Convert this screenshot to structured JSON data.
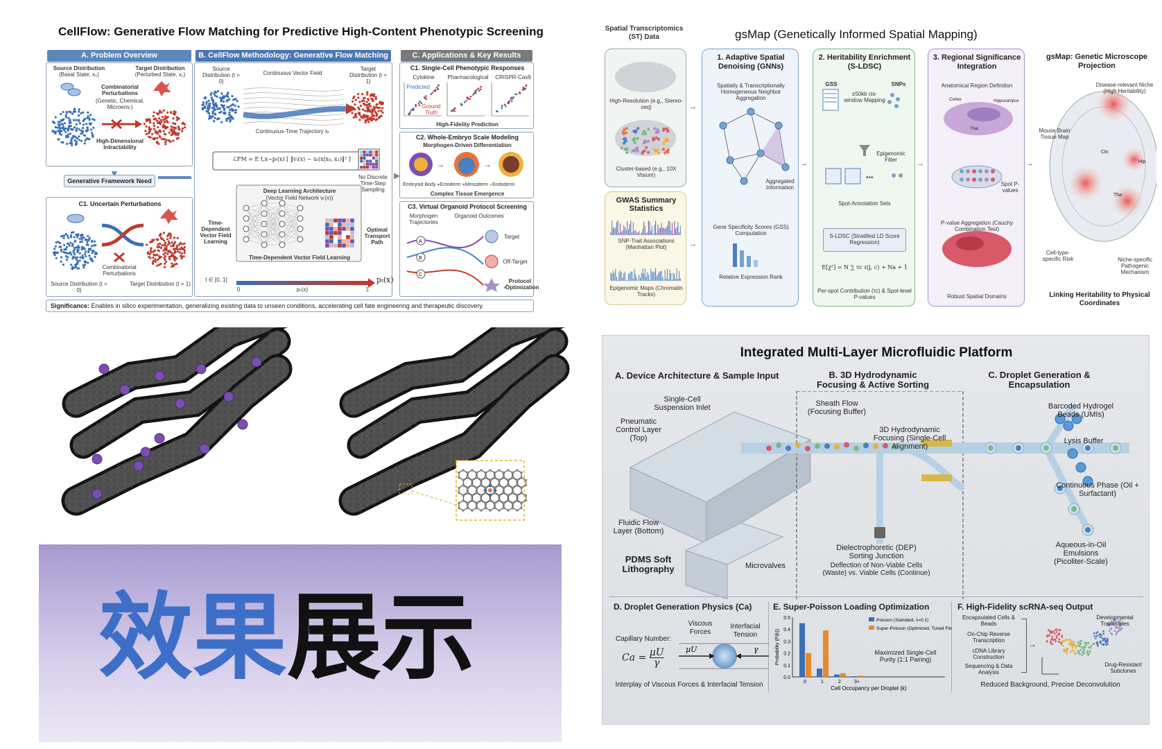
{
  "cellflow": {
    "title": "CellFlow: Generative Flow Matching for Predictive High-Content Phenotypic Screening",
    "sec_a": "A. Problem Overview",
    "sec_b": "B. CellFlow Methodology: Generative Flow Matching",
    "sec_c": "C. Applications & Key Results",
    "source_dist": "Source Distribution",
    "basal_state": "(Basal State, x₀)",
    "target_dist": "Target Distribution",
    "perturbed_state": "(Perturbed State, x₁)",
    "combinatorial": "Combinatorial Perturbations",
    "combinatorial_sub": "(Genetic, Chemical, Microenv.)",
    "high_dim": "High-Dimensional Intractability",
    "gen_need": "Generative Framework Need",
    "c1_unc": "C1. Uncertain Perturbations",
    "comb_perturb": "Combinatorial Perturbations",
    "src_t0": "Source Distribution (t = 0)",
    "tgt_t1": "Target Distribution (t = 1)",
    "b_source": "Source Distribution (t = 0)",
    "b_cvf": "Continuous Vector Field",
    "b_target": "Target Distribution (t = 1)",
    "b_traj": "Continuous-Time Trajectory xₜ",
    "b_loss": "ℒFM = E t,x~pₜ(x) [ ‖vₜ(x) − uₜ(x|x₀, x₁)‖² ]",
    "b_nodisc": "No Discrete Time-Step Sampling",
    "b_dla": "Deep Learning Architecture",
    "b_dla_sub": "(Vector Field Network vₜ(x))",
    "b_tdvf": "Time-Dependent Vector Field Learning",
    "b_tdvf_side": "Time-Dependent Vector Field Learning",
    "b_otp": "Optimal Transport Path",
    "b_tdvfl": "Time-Dependent Vector Field Learning",
    "b_t": "t ∈ [0, 1]",
    "b_pt": "pₜ(x)",
    "b_ptx": "pₜ(x)",
    "b_0": "0",
    "b_1": "1",
    "c1": "C1. Single-Cell Phenotypic Responses",
    "c1_a": "Cytokine",
    "c1_b": "Pharmacological",
    "c1_c": "CRISPR-Cas9",
    "c1_pred": "Predicted",
    "c1_gt": "Ground Truth",
    "c1_hfp": "High-Fidelity Prediction",
    "c2": "C2. Whole-Embryo Scale Modeling",
    "c2_sub": "Morphogen-Driven Differentiation",
    "c2_leg1": "Embryoid Body",
    "c2_leg2": "Ectoderm",
    "c2_leg3": "Mesoderm",
    "c2_leg4": "Endoderm",
    "c2_cte": "Complex Tissue Emergence",
    "c3": "C3. Virtual Organoid Protocol Screening",
    "c3_morph": "Morphogen Trajectories",
    "c3_out": "Organoid Outcomes",
    "c3_target": "Target",
    "c3_off": "Off-Target",
    "c3_proto": "Protocol Optimization",
    "sig_label": "Significance:",
    "sig_text": "Enables in silico experimentation, generalizing existing data to unseen conditions, accelerating cell fate engineering and therapeutic discovery."
  },
  "gsmap": {
    "st_title": "Spatial Transcriptomics (ST) Data",
    "title": "gsMap (Genetically Informed Spatial Mapping)",
    "hires": "High-Resolution (e.g., Stereo-seq)",
    "cluster": "Cluster-based (e.g., 10X Visium)",
    "gwas": "GWAS Summary Statistics",
    "snp": "SNP-Trait Associations (Manhattan Plot)",
    "epi": "Epigenomic Maps (Chromatin Tracks)",
    "col1": "1. Adaptive Spatial Denoising (GNNs)",
    "col1_a": "Spatially & Transcriptionally Homogeneous Neighbor Aggregation",
    "col1_b": "Aggregated Information",
    "col1_c": "Gene Specificity Scores (GSS) Computation",
    "col1_d": "Relative Expression Rank",
    "col2": "2. Heritability Enrichment (S-LDSC)",
    "col2_gss": "GSS",
    "col2_snps": "SNPs",
    "col2_map": "±50kb cis-window Mapping",
    "col2_epi": "Epigenomic Filter",
    "col2_sets": "Spot-Annotation Sets",
    "col2_sldsc": "S-LDSC (Stratified LD Score Regression)",
    "col2_eq": "E[χ²] = N ∑ τc ℓ(j, c) + Na + 1",
    "col2_contrib": "Per-spot Contribution (τc) & Spot-level P-values",
    "col3": "3. Regional Significance Integration",
    "col3_a": "Anatomical Region Definition",
    "col3_cortex": "Cortex",
    "col3_hippo": "Hippocampus",
    "col3_thal": "Thal.",
    "col3_spot": "Spot P-values",
    "col3_agg": "P-value Aggregation (Cauchy Combination Test)",
    "col3_rsd": "Robust Spatial Domains",
    "col4": "gsMap: Genetic Microscope Projection",
    "col4_dis": "Disease-relevant Niche (High Heritability)",
    "col4_mouse": "Mouse Brain Tissue Map",
    "col4_ctx": "Ctx",
    "col4_hip": "Hip",
    "col4_tha": "Tha",
    "col4_cell": "Cell-type-specific Risk",
    "col4_niche": "Niche-specific Pathogenic Mechanism",
    "col4_link": "Linking Heritability to Physical Coordinates"
  },
  "banner": {
    "blue_text": "效果",
    "black_text": "展示"
  },
  "micro": {
    "title": "Integrated Multi-Layer Microfluidic Platform",
    "a": "A. Device Architecture & Sample Input",
    "b": "B. 3D Hydrodynamic Focusing & Active Sorting",
    "c": "C. Droplet Generation & Encapsulation",
    "single_cell": "Single-Cell Suspension Inlet",
    "pneumatic": "Pneumatic Control Layer (Top)",
    "fluidic": "Fluidic Flow Layer (Bottom)",
    "pdms": "PDMS Soft Lithography",
    "microvalves": "Microvalves",
    "sheath": "Sheath Flow (Focusing Buffer)",
    "focus3d": "3D Hydrodynamic Focusing (Single-Cell Alignment)",
    "dep": "Dielectrophoretic (DEP) Sorting Junction",
    "dep_sub": "Deflection of Non-Viable Cells (Waste) vs. Viable Cells (Continue)",
    "barcoded": "Barcoded Hydrogel Beads (UMIs)",
    "lysis": "Lysis Buffer",
    "cont_phase": "Continuous Phase (Oil + Surfactant)",
    "aqueous": "Aqueous-in-Oil Emulsions (Picoliter-Scale)",
    "d": "D. Droplet Generation Physics (Ca)",
    "capillary": "Capillary Number:",
    "viscous": "Viscous Forces",
    "interfacial": "Interfacial Tension",
    "d_foot": "Interplay of Viscous Forces & Interfacial Tension",
    "e": "E. Super-Poisson Loading Optimization",
    "f": "F. High-Fidelity scRNA-seq Output",
    "f_a": "Encapsulated Cells & Beads",
    "f_b": "On-Chip Reverse Transcription",
    "f_c": "cDNA Library Construction",
    "f_d": "Sequencing & Data Analysis",
    "f_dev": "Developmental Trajectories",
    "f_drug": "Drug-Resistant Subclones",
    "f_foot": "Reduced Background, Precise Deconvolution",
    "e_mpp": "Maximized Single-Cell Purity (1:1 Pairing)"
  },
  "chart_data": {
    "type": "bar",
    "title": "",
    "xlabel": "Cell Occupancy per Droplet (k)",
    "ylabel": "Probability (P(k))",
    "categories": [
      "0",
      "1",
      "2",
      "3+"
    ],
    "ylim": [
      0,
      0.5
    ],
    "yticks": [
      "0.0",
      "0.1",
      "0.2",
      "0.3",
      "0.4",
      "0.5"
    ],
    "series": [
      {
        "name": "Poisson (Standard, λ=0.1)",
        "color": "#3b6fb6",
        "values": [
          0.45,
          0.07,
          0.02,
          0.005
        ]
      },
      {
        "name": "Super-Poisson (Optimized, Tuned Flow)",
        "color": "#e88a2c",
        "values": [
          0.2,
          0.39,
          0.03,
          0.01
        ]
      }
    ]
  }
}
